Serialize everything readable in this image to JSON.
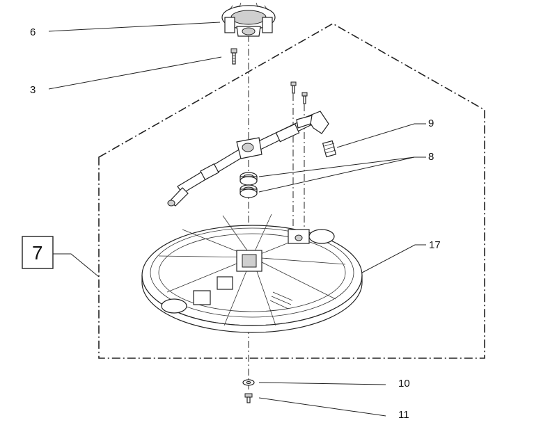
{
  "callouts": {
    "p6": "6",
    "p3": "3",
    "p9": "9",
    "p8": "8",
    "p7": "7",
    "p17": "17",
    "p10": "10",
    "p11": "11"
  },
  "ink_color": "#222222",
  "background_color": "#ffffff"
}
